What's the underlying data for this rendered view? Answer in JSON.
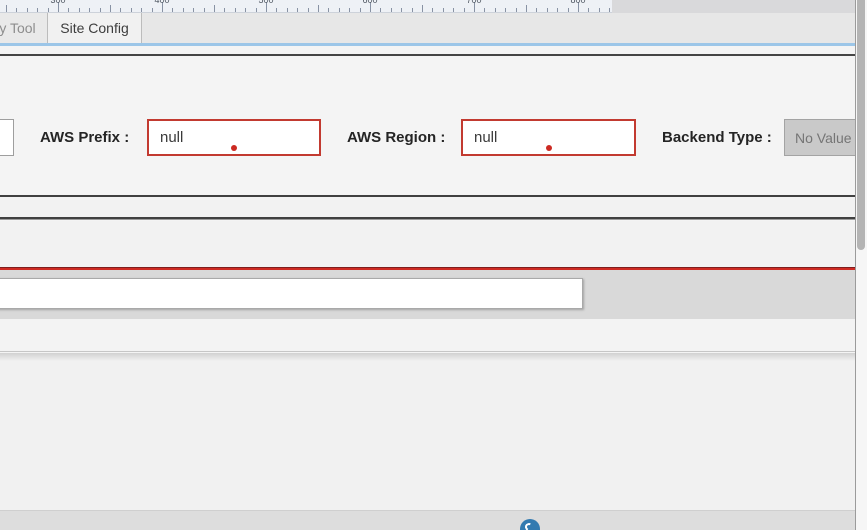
{
  "ruler": {
    "tick_labels": [
      "300",
      "400",
      "500",
      "600",
      "700",
      "800"
    ]
  },
  "tabs": {
    "items": [
      {
        "label": "y Tool",
        "active": false
      },
      {
        "label": "Site Config",
        "active": true
      }
    ]
  },
  "form": {
    "aws_prefix": {
      "label": "AWS Prefix :",
      "value": "null"
    },
    "aws_region": {
      "label": "AWS Region :",
      "value": "null"
    },
    "backend_type": {
      "label": "Backend Type :",
      "value": "No Value"
    }
  },
  "bottom_input": {
    "value": ""
  },
  "colors": {
    "error_border": "#c23a30",
    "error_dot": "#cc2a22",
    "tab_underline_blue": "#9cc6e8",
    "splitter_red": "#ce2b24",
    "splitter_dark": "#404040",
    "floating_button_blue": "#327ab0",
    "disabled_box_bg": "#c9c9c9"
  }
}
